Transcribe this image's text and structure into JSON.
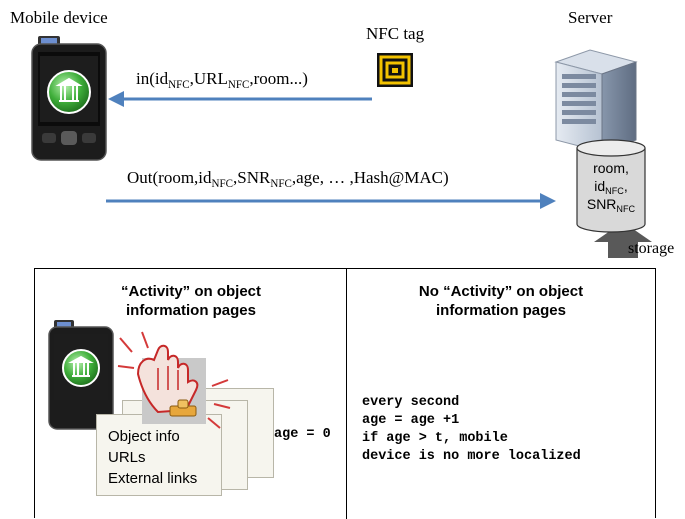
{
  "top": {
    "mobile_label": "Mobile device",
    "nfc_label": "NFC tag",
    "server_label": "Server",
    "in_msg": {
      "prefix": "in(id",
      "sub1": "NFC",
      "mid": ",URL",
      "sub2": "NFC",
      "suffix": ",room...)"
    },
    "out_msg": {
      "prefix": "Out(room,id",
      "sub1": "NFC",
      "mid": ",SNR",
      "sub2": "NFC",
      "suffix": ",age, … ,Hash@MAC)"
    },
    "db": {
      "line1": "room,",
      "line2_main": "id",
      "line2_sub": "NFC",
      "line2_tail": ",",
      "line3_main": "SNR",
      "line3_sub": "NFC"
    },
    "storage_label": "storage"
  },
  "left_panel": {
    "heading": [
      "“Activity” on object",
      "information pages"
    ],
    "info_lines": [
      "Object info",
      "URLs",
      "External links"
    ],
    "age_text": "age = 0"
  },
  "right_panel": {
    "heading": [
      "No “Activity” on object",
      "information pages"
    ],
    "code_lines": [
      "every second",
      "age = age +1",
      "if age > t, mobile",
      "device is no more localized"
    ]
  },
  "colors": {
    "arrow": "#4f81bd",
    "storage_arrow": "#595959",
    "border": "#000000"
  }
}
